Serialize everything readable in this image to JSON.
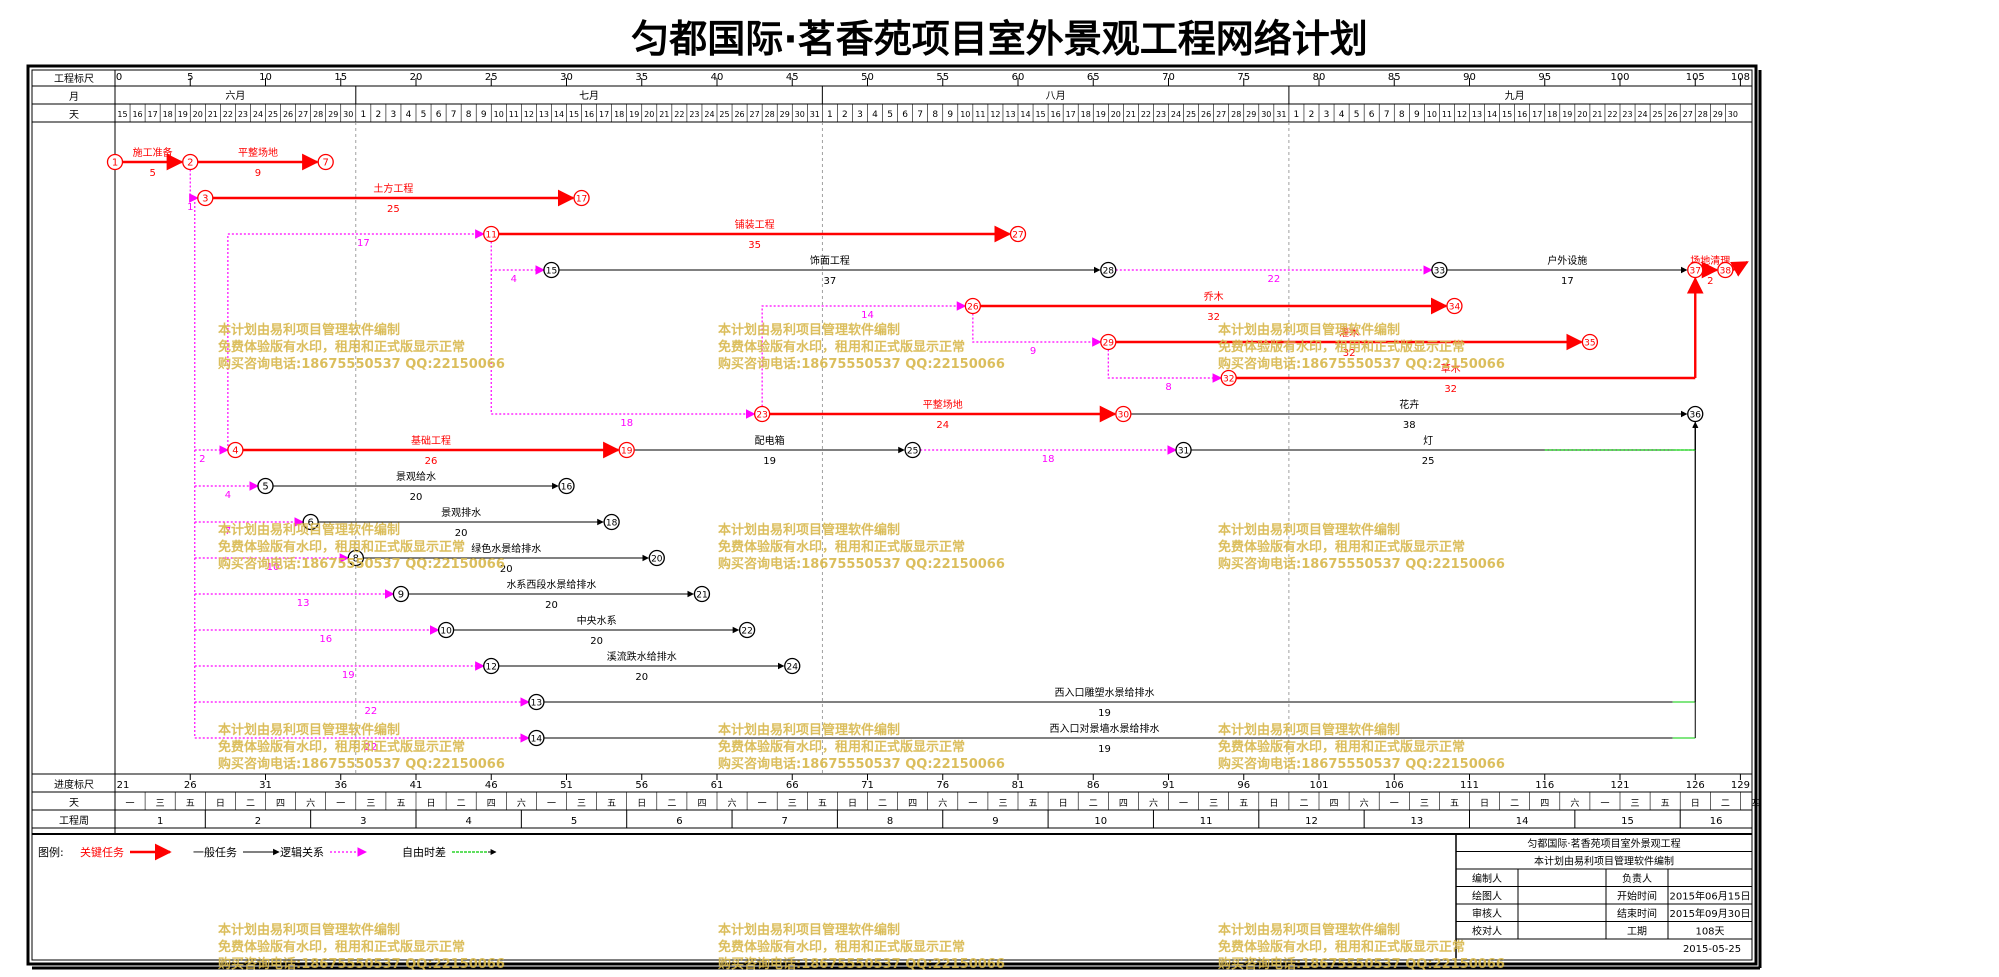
{
  "title": "匀都国际·茗香苑项目室外景观工程网络计划",
  "header": {
    "row_labels": {
      "scale": "工程标尺",
      "month": "月",
      "day": "天"
    },
    "scale_ticks": [
      "0",
      "5",
      "10",
      "15",
      "20",
      "25",
      "30",
      "35",
      "40",
      "45",
      "50",
      "55",
      "60",
      "65",
      "70",
      "75",
      "80",
      "85",
      "90",
      "95",
      "100",
      "105",
      "108"
    ],
    "months": [
      "六月",
      "七月",
      "八月",
      "九月"
    ],
    "june_days": [
      "15",
      "16",
      "17",
      "18",
      "19",
      "20",
      "21",
      "22",
      "23",
      "24",
      "25",
      "26",
      "27",
      "28",
      "29",
      "30"
    ],
    "full_days": [
      "1",
      "2",
      "3",
      "4",
      "5",
      "6",
      "7",
      "8",
      "9",
      "10",
      "11",
      "12",
      "13",
      "14",
      "15",
      "16",
      "17",
      "18",
      "19",
      "20",
      "21",
      "22",
      "23",
      "24",
      "25",
      "26",
      "27",
      "28",
      "29",
      "30",
      "31"
    ]
  },
  "footer": {
    "row_labels": {
      "progress": "进度标尺",
      "day": "天",
      "week": "工程周"
    },
    "progress_ticks": [
      "21",
      "26",
      "31",
      "36",
      "41",
      "46",
      "51",
      "56",
      "61",
      "66",
      "71",
      "76",
      "81",
      "86",
      "91",
      "96",
      "101",
      "106",
      "111",
      "116",
      "121",
      "126",
      "129"
    ],
    "weekday_cycle": [
      "一",
      "三",
      "五",
      "日",
      "二",
      "四",
      "六"
    ],
    "weeks": [
      "1",
      "2",
      "3",
      "4",
      "5",
      "6",
      "7",
      "8",
      "9",
      "10",
      "11",
      "12",
      "13",
      "14",
      "15",
      "16"
    ]
  },
  "nodes": [
    {
      "id": "1",
      "day": 0,
      "row": 1,
      "crit": true
    },
    {
      "id": "2",
      "day": 5,
      "row": 1,
      "crit": true
    },
    {
      "id": "7",
      "day": 14,
      "row": 1,
      "crit": true
    },
    {
      "id": "3",
      "day": 6,
      "row": 2,
      "crit": true
    },
    {
      "id": "17",
      "day": 31,
      "row": 2,
      "crit": true
    },
    {
      "id": "11",
      "day": 25,
      "row": 3,
      "crit": true
    },
    {
      "id": "27",
      "day": 60,
      "row": 3,
      "crit": true
    },
    {
      "id": "15",
      "day": 29,
      "row": 4,
      "crit": false
    },
    {
      "id": "28",
      "day": 66,
      "row": 4,
      "crit": false
    },
    {
      "id": "33",
      "day": 88,
      "row": 4,
      "crit": false
    },
    {
      "id": "37",
      "day": 105,
      "row": 4,
      "crit": true
    },
    {
      "id": "38",
      "day": 107,
      "row": 4,
      "crit": true
    },
    {
      "id": "26",
      "day": 57,
      "row": 5,
      "crit": true
    },
    {
      "id": "34",
      "day": 89,
      "row": 5,
      "crit": true
    },
    {
      "id": "29",
      "day": 66,
      "row": 6,
      "crit": true
    },
    {
      "id": "35",
      "day": 98,
      "row": 6,
      "crit": true
    },
    {
      "id": "32",
      "day": 74,
      "row": 7,
      "crit": true
    },
    {
      "id": "23",
      "day": 43,
      "row": 8,
      "crit": true
    },
    {
      "id": "30",
      "day": 67,
      "row": 8,
      "crit": true
    },
    {
      "id": "36",
      "day": 105,
      "row": 8,
      "crit": false
    },
    {
      "id": "4",
      "day": 8,
      "row": 9,
      "crit": true
    },
    {
      "id": "19",
      "day": 34,
      "row": 9,
      "crit": true
    },
    {
      "id": "25",
      "day": 53,
      "row": 9,
      "crit": false
    },
    {
      "id": "31",
      "day": 71,
      "row": 9,
      "crit": false
    },
    {
      "id": "5",
      "day": 10,
      "row": 10,
      "crit": false
    },
    {
      "id": "16",
      "day": 30,
      "row": 10,
      "crit": false
    },
    {
      "id": "6",
      "day": 13,
      "row": 11,
      "crit": false
    },
    {
      "id": "18",
      "day": 33,
      "row": 11,
      "crit": false
    },
    {
      "id": "8",
      "day": 16,
      "row": 12,
      "crit": false
    },
    {
      "id": "20",
      "day": 36,
      "row": 12,
      "crit": false
    },
    {
      "id": "9",
      "day": 19,
      "row": 13,
      "crit": false
    },
    {
      "id": "21",
      "day": 39,
      "row": 13,
      "crit": false
    },
    {
      "id": "10",
      "day": 22,
      "row": 14,
      "crit": false
    },
    {
      "id": "22",
      "day": 42,
      "row": 14,
      "crit": false
    },
    {
      "id": "12",
      "day": 25,
      "row": 15,
      "crit": false
    },
    {
      "id": "24",
      "day": 45,
      "row": 15,
      "crit": false
    },
    {
      "id": "13",
      "day": 28,
      "row": 16,
      "crit": false
    },
    {
      "id": "14",
      "day": 28,
      "row": 17,
      "crit": false
    }
  ],
  "tasks": [
    {
      "from": "1",
      "to": "2",
      "name": "施工准备",
      "dur": "5",
      "crit": true
    },
    {
      "from": "2",
      "to": "7",
      "name": "平整场地",
      "dur": "9",
      "crit": true
    },
    {
      "from": "3",
      "to": "17",
      "name": "土方工程",
      "dur": "25",
      "crit": true
    },
    {
      "from": "11",
      "to": "27",
      "name": "铺装工程",
      "dur": "35",
      "crit": true
    },
    {
      "from": "15",
      "to": "28",
      "name": "饰面工程",
      "dur": "37",
      "crit": false
    },
    {
      "from": "33",
      "to": "37",
      "name": "户外设施",
      "dur": "17",
      "crit": false
    },
    {
      "from": "26",
      "to": "34",
      "name": "乔木",
      "dur": "32",
      "crit": true
    },
    {
      "from": "29",
      "to": "35",
      "name": "灌木",
      "dur": "32",
      "crit": true
    },
    {
      "from": "32",
      "to": "37",
      "name": "草木",
      "dur": "32",
      "crit": true
    },
    {
      "from": "23",
      "to": "30",
      "name": "平整场地",
      "dur": "24",
      "crit": true
    },
    {
      "from": "30",
      "to": "36",
      "name": "花卉",
      "dur": "38",
      "crit": false
    },
    {
      "from": "4",
      "to": "19",
      "name": "基础工程",
      "dur": "26",
      "crit": true
    },
    {
      "from": "19",
      "to": "25",
      "name": "配电箱",
      "dur": "19",
      "crit": false
    },
    {
      "from": "31",
      "to": "36",
      "name": "灯",
      "dur": "25",
      "crit": false
    },
    {
      "from": "5",
      "to": "16",
      "name": "景观给水",
      "dur": "20",
      "crit": false
    },
    {
      "from": "6",
      "to": "18",
      "name": "景观排水",
      "dur": "20",
      "crit": false
    },
    {
      "from": "8",
      "to": "20",
      "name": "绿色水景给排水",
      "dur": "20",
      "crit": false
    },
    {
      "from": "9",
      "to": "21",
      "name": "水系西段水景给排水",
      "dur": "20",
      "crit": false
    },
    {
      "from": "10",
      "to": "22",
      "name": "中央水系",
      "dur": "20",
      "crit": false
    },
    {
      "from": "12",
      "to": "24",
      "name": "溪流跌水给排水",
      "dur": "20",
      "crit": false
    },
    {
      "from": "13",
      "to": "36",
      "name": "西入口雕塑水景给排水",
      "dur": "19",
      "crit": false
    },
    {
      "from": "14",
      "to": "36",
      "name": "西入口对景墙水景给排水",
      "dur": "19",
      "crit": false
    },
    {
      "from": "37",
      "to": "38",
      "name": "场地清理",
      "dur": "2",
      "crit": true
    }
  ],
  "free_float_labels": [
    "17",
    "4",
    "22",
    "14",
    "9",
    "8",
    "18",
    "18",
    "2",
    "4",
    "7",
    "10",
    "13",
    "16",
    "19",
    "22",
    "22",
    "1"
  ],
  "legend": {
    "label": "图例:",
    "items": [
      {
        "text": "关键任务",
        "kind": "critical"
      },
      {
        "text": "一般任务",
        "kind": "normal"
      },
      {
        "text": "逻辑关系",
        "kind": "logic"
      },
      {
        "text": "自由时差",
        "kind": "float"
      }
    ]
  },
  "info_table": {
    "project": "匀都国际·茗香苑项目室外景观工程",
    "subtitle": "本计划由易利项目管理软件编制",
    "rows": [
      {
        "l1": "编制人",
        "v1": "",
        "l2": "负责人",
        "v2": ""
      },
      {
        "l1": "绘图人",
        "v1": "",
        "l2": "开始时间",
        "v2": "2015年06月15日"
      },
      {
        "l1": "审核人",
        "v1": "",
        "l2": "结束时间",
        "v2": "2015年09月30日"
      },
      {
        "l1": "校对人",
        "v1": "",
        "l2": "工期",
        "v2": "108天"
      }
    ],
    "date": "2015-05-25"
  },
  "watermark": {
    "line1": "本计划由易利项目管理软件编制",
    "line2": "免费体验版有水印，租用和正式版显示正常",
    "line3": "购买咨询电话:18675550537 QQ:22150066"
  },
  "colors": {
    "critical": "#ff0000",
    "normal": "#000000",
    "float": "#ff00ff",
    "zero_float": "#00cc00",
    "watermark": "#d8b84c"
  }
}
